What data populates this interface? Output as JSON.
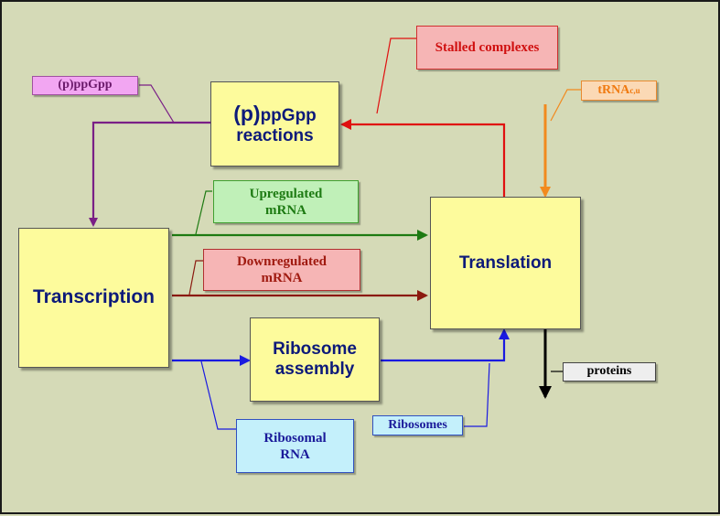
{
  "nodes": {
    "ppgpp_reactions": {
      "prefix": "(p)",
      "rest": "ppGpp",
      "line2": "reactions"
    },
    "transcription": "Transcription",
    "translation": "Translation",
    "ribosome_assembly": {
      "line1": "Ribosome",
      "line2": "assembly"
    }
  },
  "labels": {
    "ppgpp": "(p)ppGpp",
    "stalled": "Stalled complexes",
    "trna": {
      "base": "tRNA",
      "sup": "c,u"
    },
    "upregulated": {
      "line1": "Upregulated",
      "line2": "mRNA"
    },
    "downregulated": {
      "line1": "Downregulated",
      "line2": "mRNA"
    },
    "ribosomal_rna": {
      "line1": "Ribosomal",
      "line2": "RNA"
    },
    "ribosomes": "Ribosomes",
    "proteins": "proteins"
  },
  "colors": {
    "background": "#d5dab7",
    "node_fill": "#fdfb9c",
    "node_text": "#0d1a7a",
    "purple": "#7a1f86",
    "red": "#e01010",
    "orange": "#f28a1e",
    "green": "#1d7a12",
    "dark_red": "#8b1a10",
    "blue": "#1a1ae0",
    "black": "#000000"
  }
}
